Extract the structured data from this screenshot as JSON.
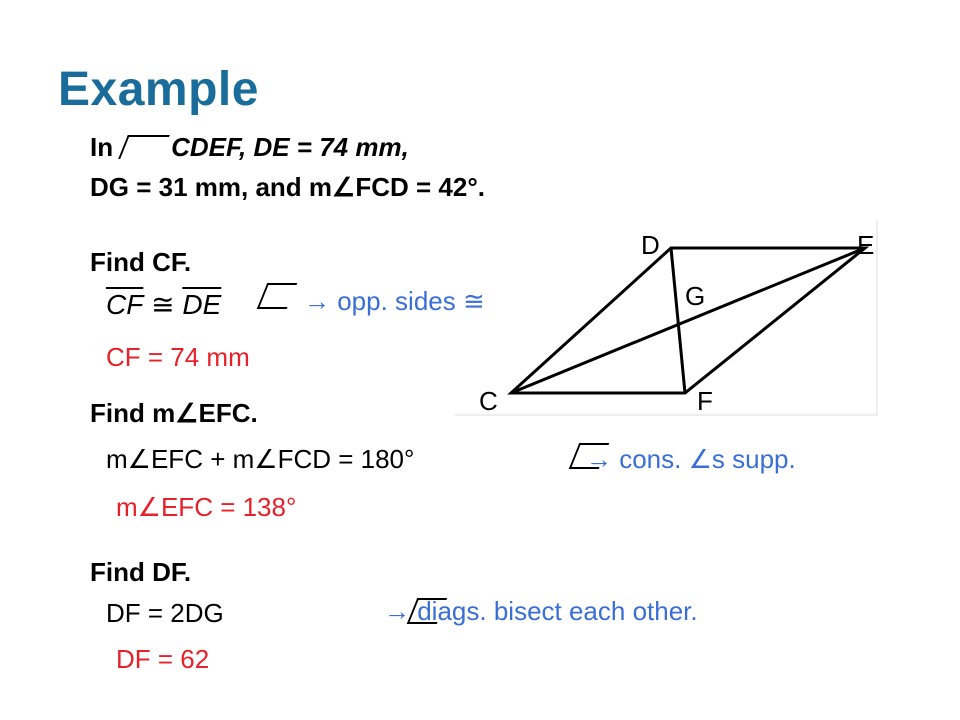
{
  "title": "Example",
  "given": {
    "line1_prefix": "In",
    "line1_rest": "CDEF, DE = 74 mm,",
    "line2": "DG = 31 mm, and m∠FCD = 42°."
  },
  "part1": {
    "heading": "Find CF.",
    "segment_left": "CF",
    "congruent": "≅",
    "segment_right": "DE",
    "reason": "→ opp. sides ≅",
    "answer": "CF = 74 mm"
  },
  "part2": {
    "heading": "Find m∠EFC.",
    "equation": "m∠EFC + m∠FCD = 180°",
    "reason": "→ cons. ∠s supp.",
    "answer": "m∠EFC = 138°"
  },
  "part3": {
    "heading": "Find DF.",
    "equation": "DF = 2DG",
    "reason": "→ diags. bisect each other.",
    "answer": "DF = 62"
  },
  "figure": {
    "labels": {
      "D": "D",
      "E": "E",
      "G": "G",
      "C": "C",
      "F": "F"
    }
  },
  "colors": {
    "title": "#1a6d9a",
    "reason": "#3a6fd6",
    "answer": "#e8202a"
  }
}
